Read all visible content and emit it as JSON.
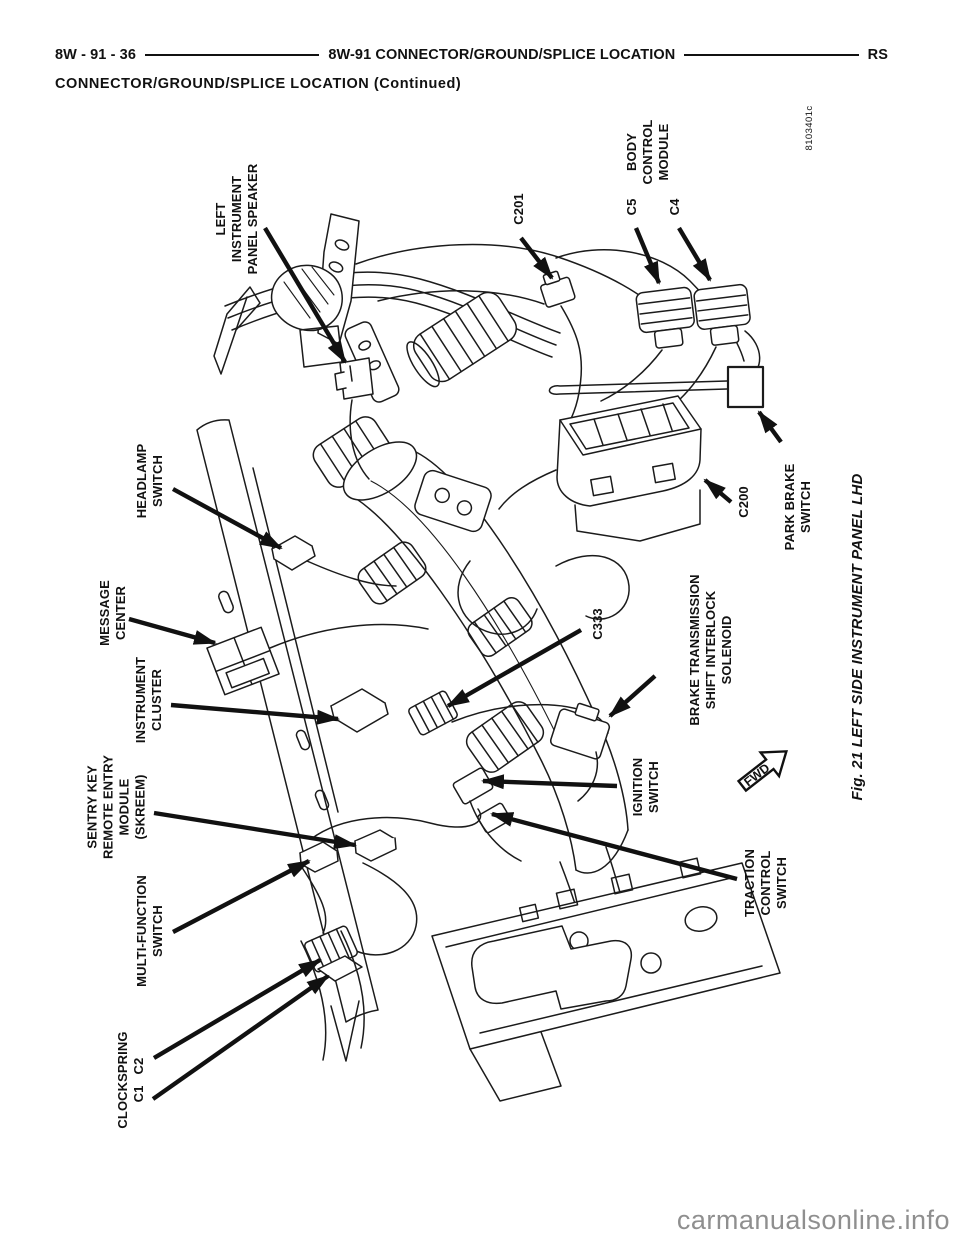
{
  "header": {
    "page_ref": "8W - 91 - 36",
    "section_title": "8W-91 CONNECTOR/GROUND/SPLICE LOCATION",
    "vehicle_code": "RS",
    "subtitle": "CONNECTOR/GROUND/SPLICE LOCATION (Continued)"
  },
  "figure": {
    "caption": "Fig. 21 LEFT SIDE INSTRUMENT PANEL LHD",
    "image_code": "8103401c",
    "fwd_indicator": "FWD"
  },
  "labels": {
    "left_ip_speaker": "LEFT\nINSTRUMENT\nPANEL SPEAKER",
    "c201": "C201",
    "body_control_module": "BODY\nCONTROL\nMODULE",
    "c5": "C5",
    "c4": "C4",
    "headlamp_switch": "HEADLAMP\nSWITCH",
    "message_center": "MESSAGE\nCENTER",
    "instrument_cluster": "INSTRUMENT\nCLUSTER",
    "c333": "C333",
    "park_brake_switch": "PARK BRAKE\nSWITCH",
    "c200": "C200",
    "btsi_solenoid": "BRAKE TRANSMISSION\nSHIFT INTERLOCK\nSOLENOID",
    "ignition_switch": "IGNITION\nSWITCH",
    "sentry_key_module": "SENTRY KEY\nREMOTE ENTRY\nMODULE\n(SKREEM)",
    "multi_function_switch": "MULTI-FUNCTION\nSWITCH",
    "traction_control_switch": "TRACTION\nCONTROL\nSWITCH",
    "clockspring": "CLOCKSPRING\nC1   C2"
  },
  "watermark": "carmanualsonline.info",
  "colors": {
    "ink": "#111111",
    "watermark_gray": "#8f8f8f",
    "paper": "#ffffff"
  }
}
